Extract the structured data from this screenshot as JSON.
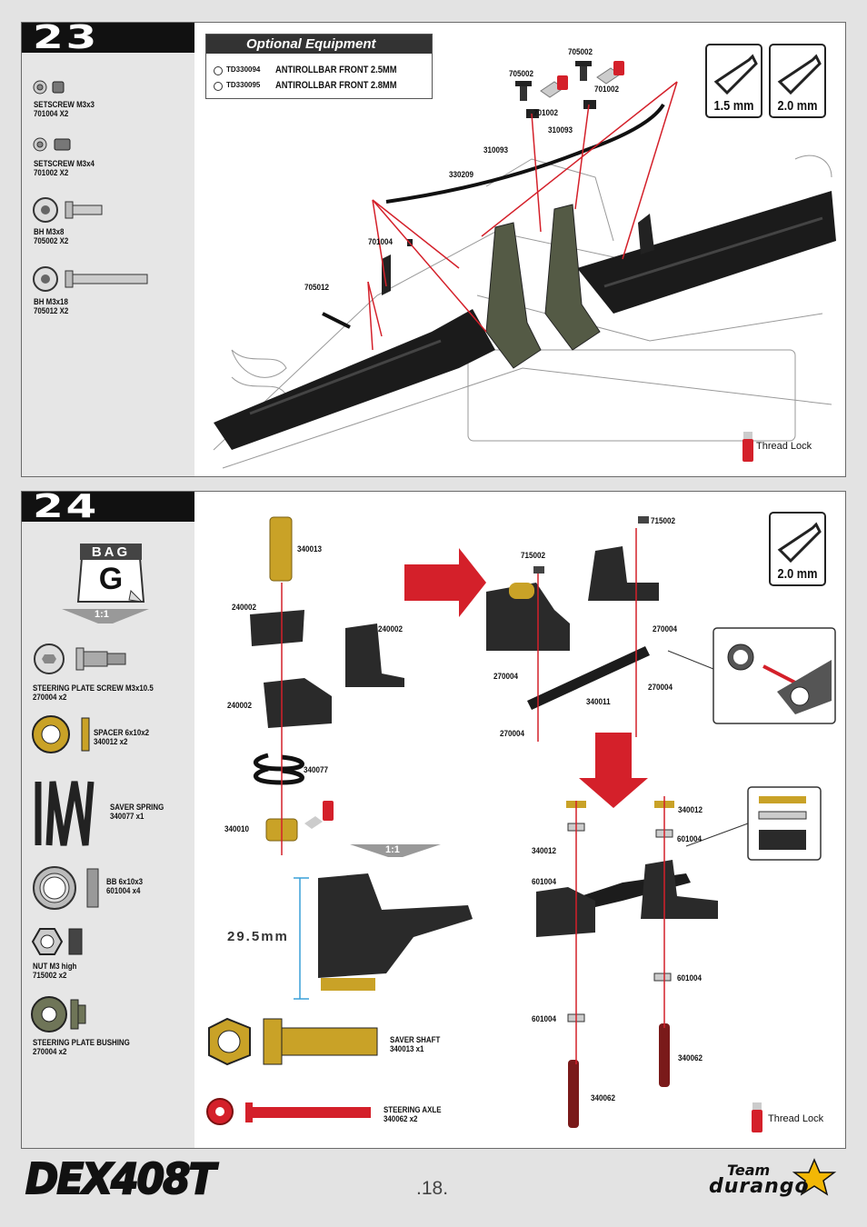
{
  "step23": {
    "number": "23",
    "parts": [
      {
        "name": "SETSCREW  M3x3",
        "code": "701004  X2"
      },
      {
        "name": "SETSCREW  M3x4",
        "code": "701002  X2"
      },
      {
        "name": "BH  M3x8",
        "code": "705002  X2"
      },
      {
        "name": "BH M3x18",
        "code": "705012  X2"
      }
    ],
    "optional": {
      "title": "Optional Equipment",
      "items": [
        {
          "code": "TD330094",
          "name": "ANTIROLLBAR FRONT 2.5MM"
        },
        {
          "code": "TD330095",
          "name": "ANTIROLLBAR FRONT 2.8MM"
        }
      ]
    },
    "tools": [
      "1.5 mm",
      "2.0 mm"
    ],
    "callouts": [
      "705002",
      "705002",
      "701002",
      "701002",
      "310093",
      "310093",
      "330209",
      "701004",
      "705012"
    ],
    "thread_lock": "Thread Lock"
  },
  "step24": {
    "number": "24",
    "bag_title": "BAG",
    "bag_letter": "G",
    "scale_1": "1:1",
    "scale_2": "1:1",
    "parts": [
      {
        "name": "STEERING PLATE SCREW  M3x10.5",
        "code": "270004  x2"
      },
      {
        "name": "SPACER  6x10x2",
        "code": "340012  x2"
      },
      {
        "name": "SAVER SPRING",
        "code": "340077 x1"
      },
      {
        "name": "BB  6x10x3",
        "code": "601004  x4"
      },
      {
        "name": "NUT M3 high",
        "code": "715002  x2"
      },
      {
        "name": "STEERING PLATE BUSHING",
        "code": "270004  x2"
      }
    ],
    "saver_shaft": {
      "name": "SAVER SHAFT",
      "code": "340013  x1"
    },
    "steering_axle": {
      "name": "STEERING AXLE",
      "code": "340062  x2"
    },
    "dimension": "29.5mm",
    "tool": "2.0 mm",
    "callouts_a": [
      "340013",
      "240002",
      "240002",
      "240002",
      "340077",
      "340010"
    ],
    "callouts_b": [
      "715002",
      "715002",
      "270004",
      "270004",
      "270004",
      "340011",
      "270004"
    ],
    "callouts_c": [
      "340012",
      "601004",
      "340012",
      "601004",
      "601004",
      "601004",
      "340062",
      "340062"
    ],
    "thread_lock": "Thread Lock"
  },
  "footer": {
    "model": "DEX408T",
    "page": ".18.",
    "brand_top": "Team",
    "brand_bottom": "durango"
  },
  "colors": {
    "header_bar": "#111111",
    "accent_red": "#d4202a",
    "brass": "#c9a227",
    "sidebar": "#e6e6e6"
  }
}
